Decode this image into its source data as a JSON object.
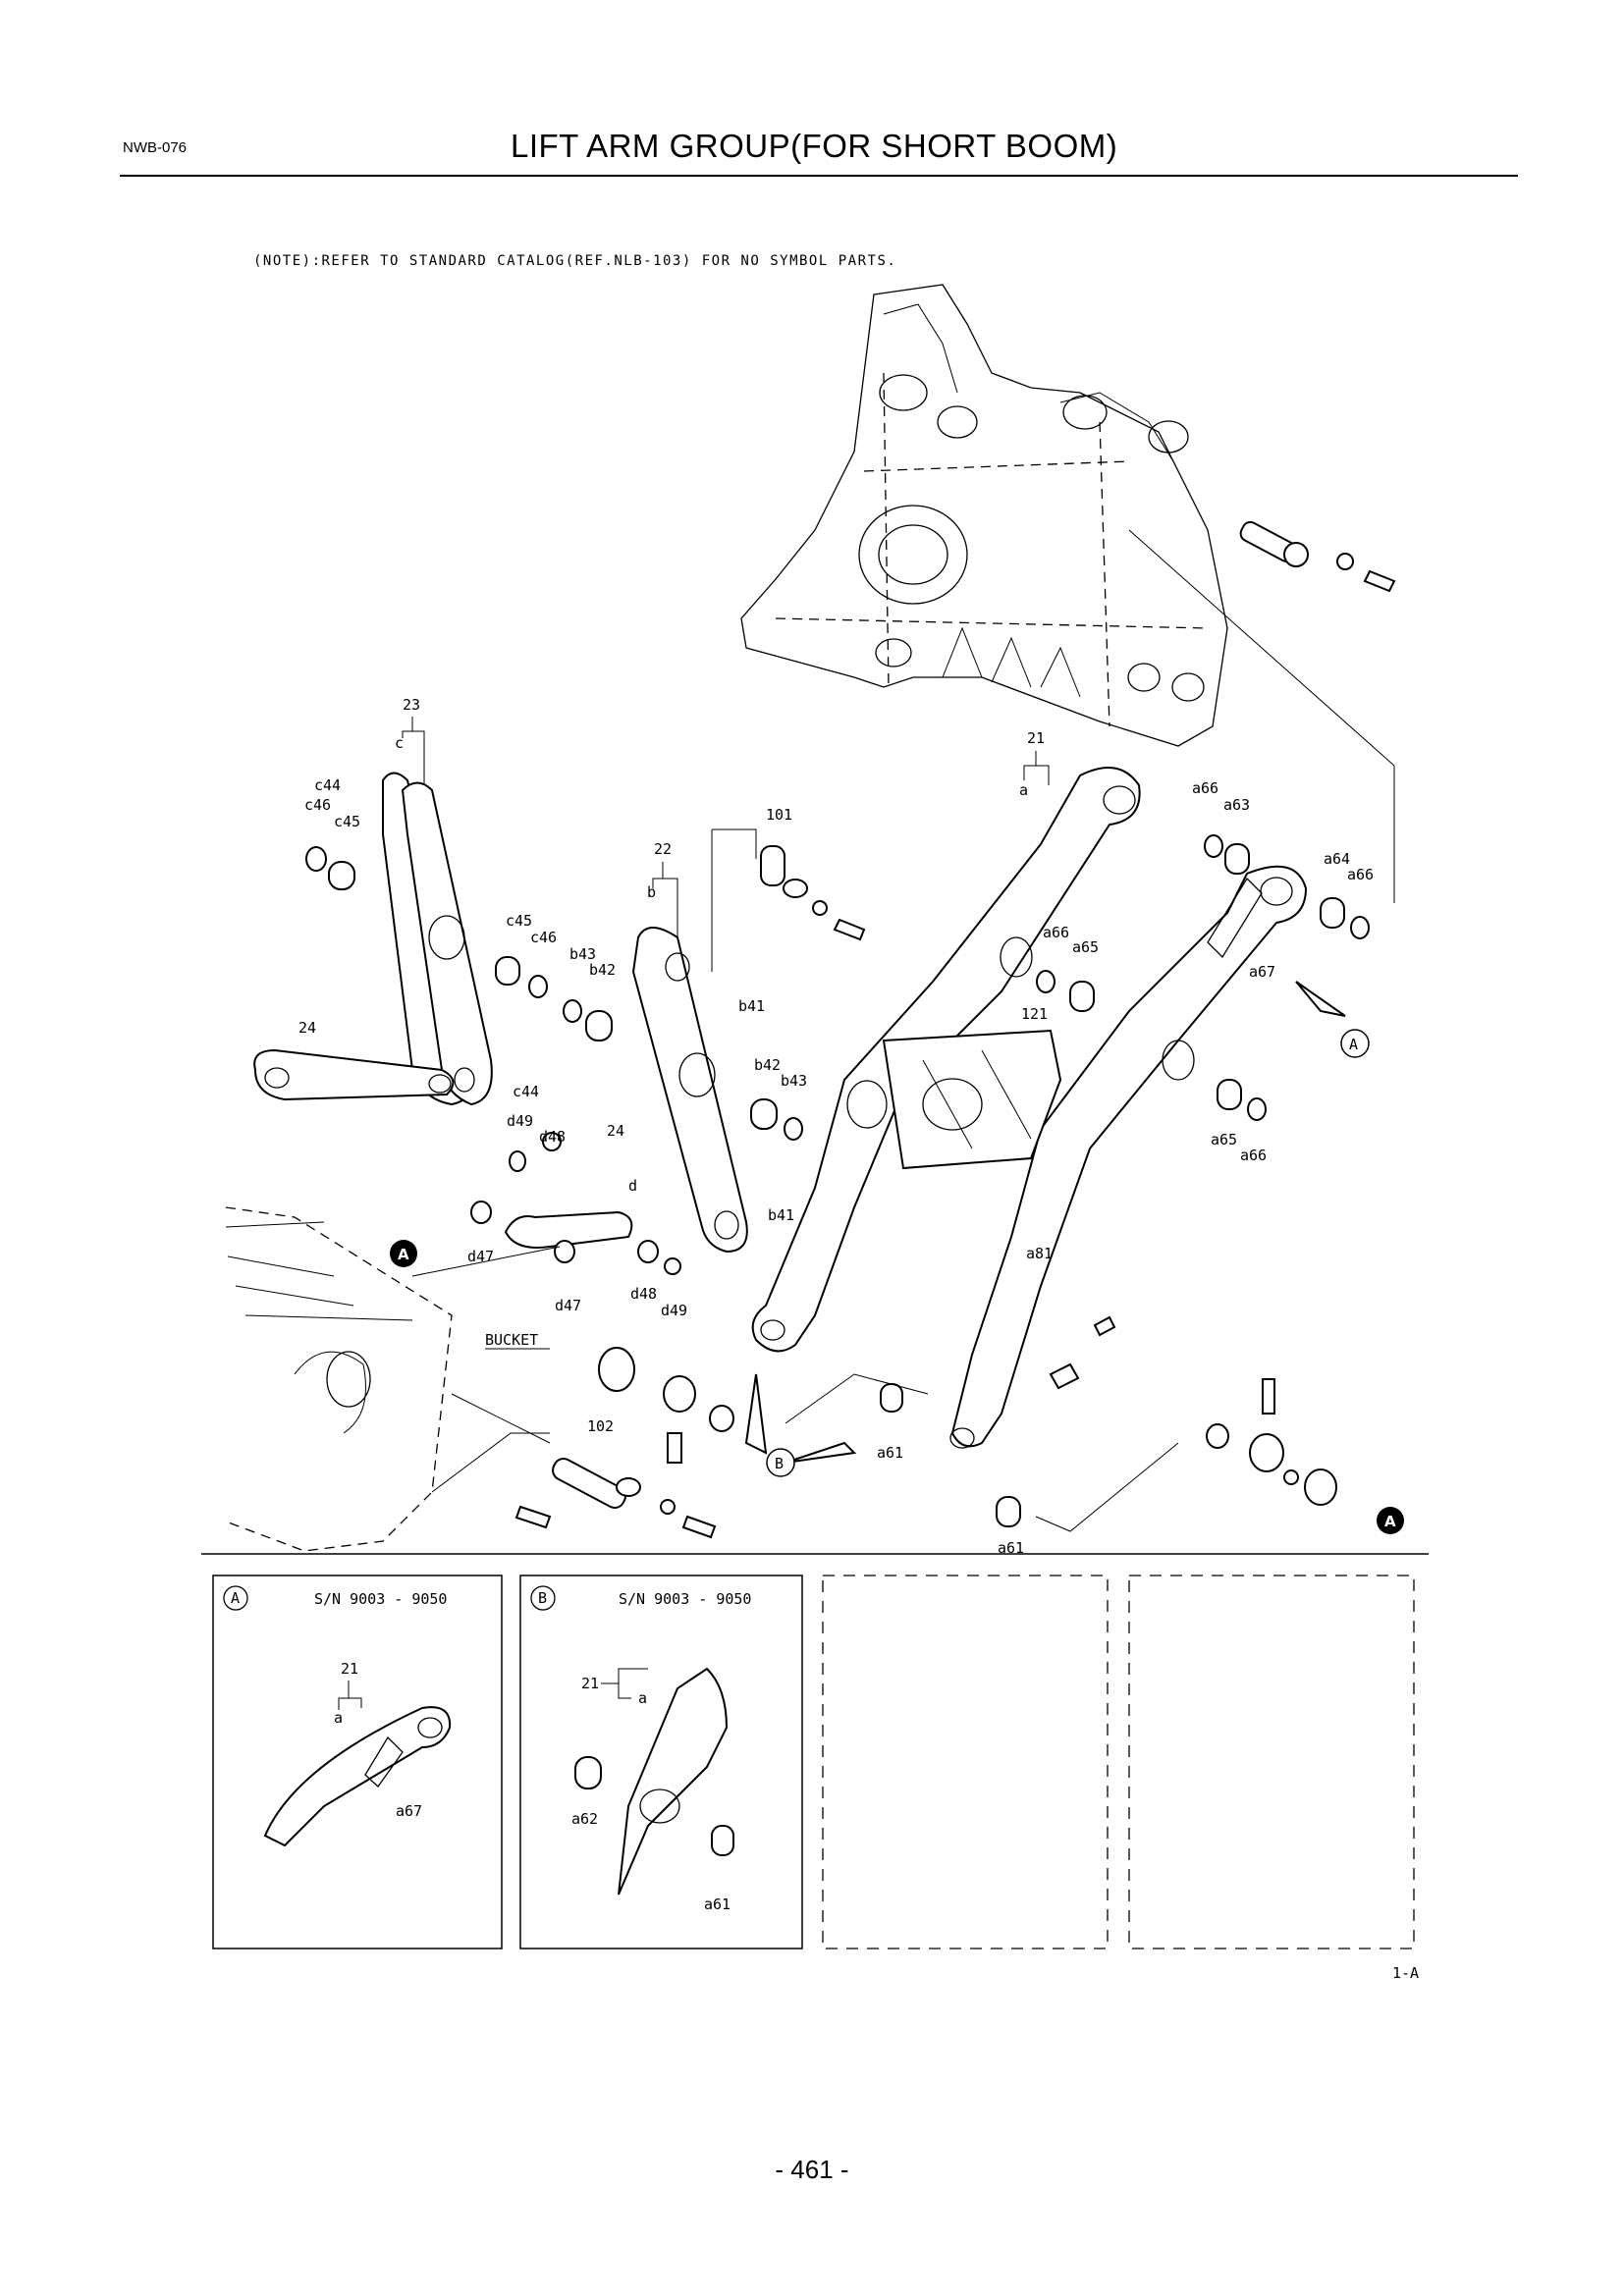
{
  "header": {
    "code": "NWB-076",
    "title": "LIFT ARM GROUP(FOR SHORT BOOM)"
  },
  "note": "(NOTE):REFER TO STANDARD CATALOG(REF.NLB-103) FOR NO SYMBOL PARTS.",
  "callouts": {
    "c23": "23",
    "c23_c": "c",
    "c44a": "c44",
    "c46a": "c46",
    "c45a": "c45",
    "c45b": "c45",
    "c46b": "c46",
    "c44b": "c44",
    "c24a": "24",
    "c22": "22",
    "c22_b": "b",
    "b43a": "b43",
    "b42a": "b42",
    "b41a": "b41",
    "b42b": "b42",
    "b43b": "b43",
    "b41b": "b41",
    "c101": "101",
    "d49a": "d49",
    "d48a": "d48",
    "c24b": "24",
    "c24b_d": "d",
    "d47a": "d47",
    "d47b": "d47",
    "d48b": "d48",
    "d49b": "d49",
    "bucket": "BUCKET",
    "c102": "102",
    "c21": "21",
    "c21_a": "a",
    "a66a": "a66",
    "a63": "a63",
    "a64": "a64",
    "a66b": "a66",
    "a66c": "a66",
    "a65a": "a65",
    "a67": "a67",
    "c121": "121",
    "a65b": "a65",
    "a66d": "a66",
    "a81": "a81",
    "a61a": "a61",
    "a61b": "a61",
    "markerA": "A",
    "markerB": "B"
  },
  "insetA": {
    "marker": "A",
    "serial": "S/N 9003 - 9050",
    "ref": "21",
    "ref_sub": "a",
    "part": "a67"
  },
  "insetB": {
    "marker": "B",
    "serial": "S/N 9003 - 9050",
    "ref": "21",
    "ref_sub": "a",
    "part1": "a62",
    "part2": "a61"
  },
  "figure_code": "1-A",
  "page_number": "- 461 -"
}
